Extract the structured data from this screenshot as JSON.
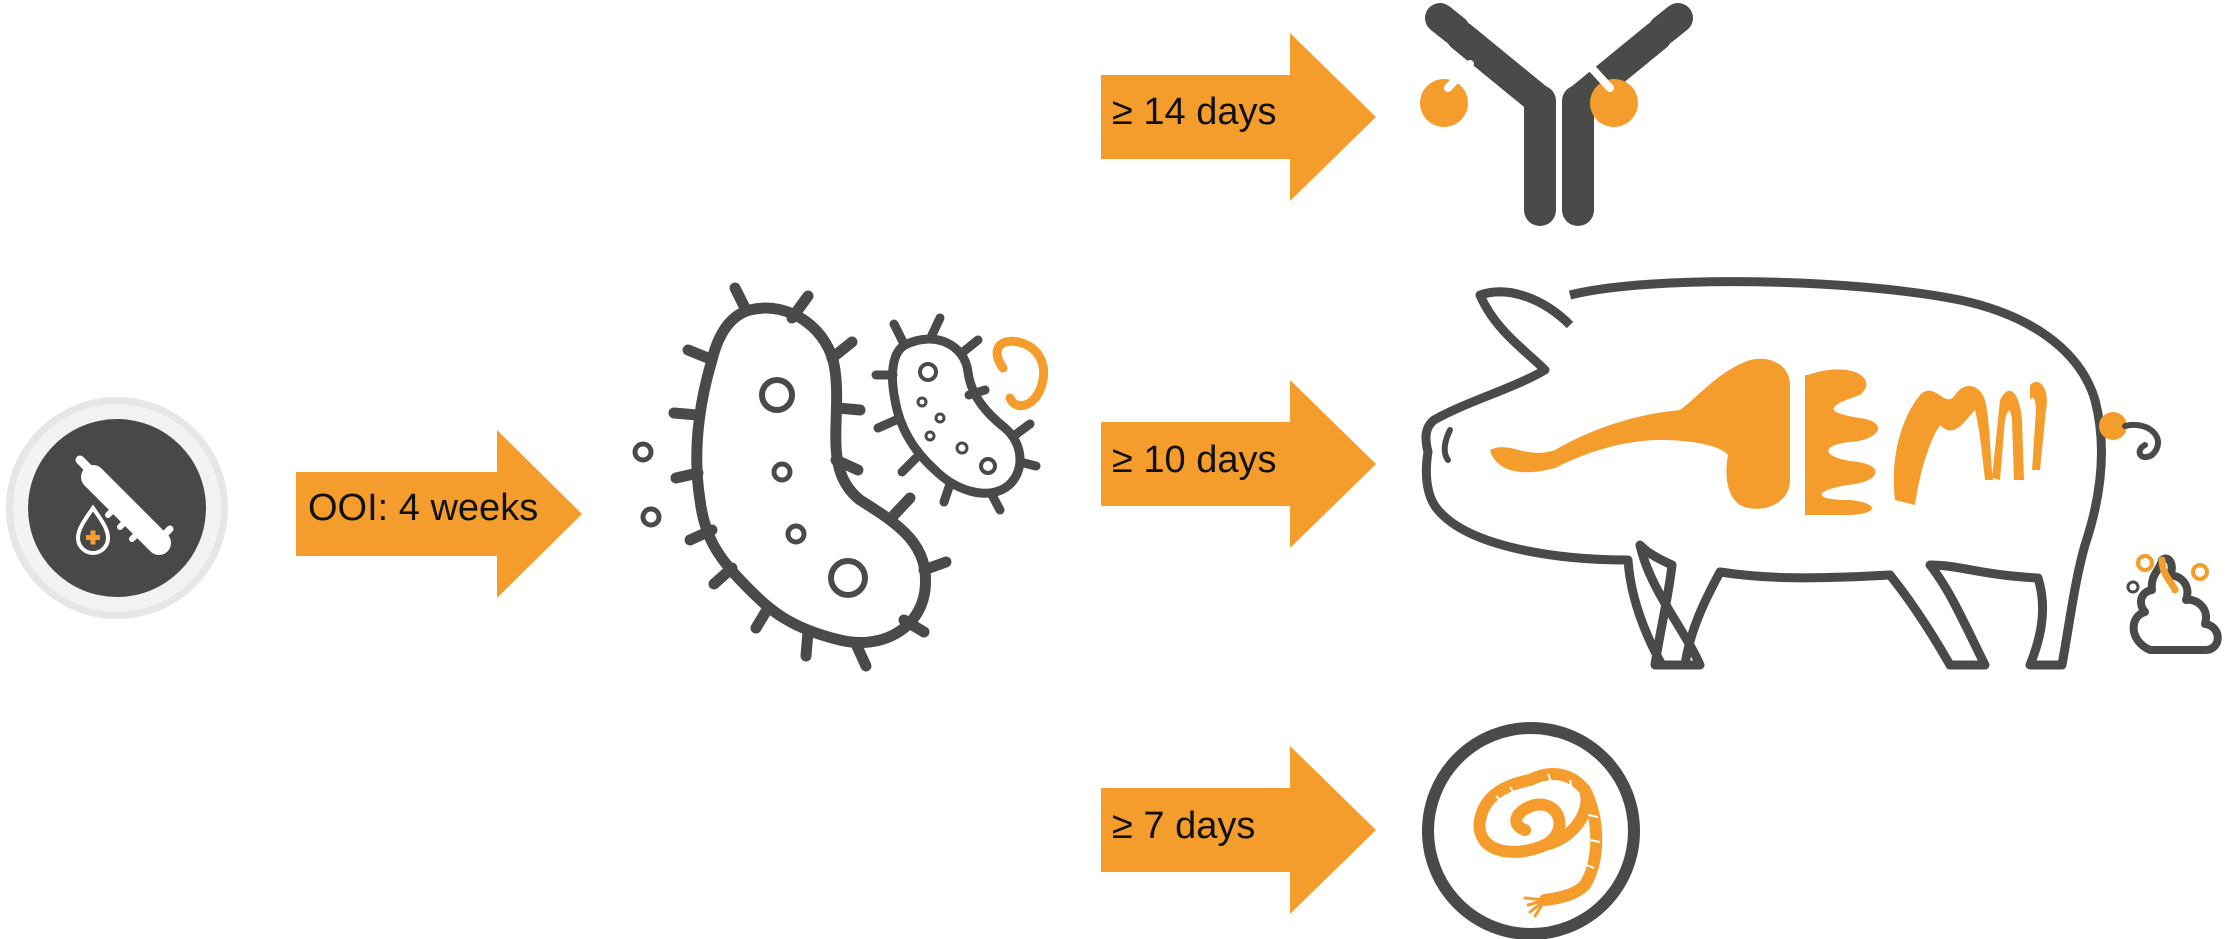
{
  "colors": {
    "accent": "#F59D2C",
    "dark": "#4A4A48",
    "badge_ring": "#E2E2E2",
    "background": "#FFFFFF"
  },
  "arrows": {
    "vaccination": {
      "label": "OOI: 4 weeks"
    },
    "antibody": {
      "label": "≥ 14 days"
    },
    "pig": {
      "label": "≥ 10 days"
    },
    "rope": {
      "label": "≥ 7 days"
    }
  },
  "icons": {
    "vaccination": "syringe-icon",
    "bacteria": "bacteria-icon",
    "antibody": "antibody-icon",
    "pig": "pig-intestine-icon",
    "feces": "feces-icon",
    "rope": "oral-fluid-rope-icon"
  }
}
